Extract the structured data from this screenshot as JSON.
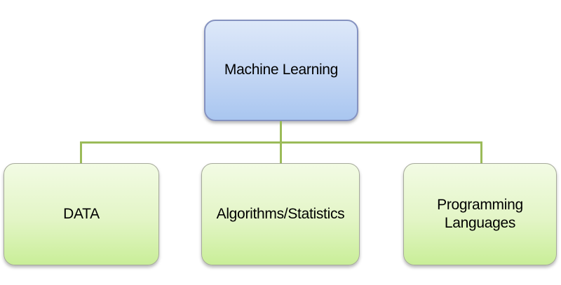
{
  "diagram": {
    "type": "hierarchy-org-chart",
    "root": {
      "label": "Machine Learning"
    },
    "children": [
      {
        "label": "DATA"
      },
      {
        "label": "Algorithms/Statistics"
      },
      {
        "label": "Programming Languages"
      }
    ],
    "colors": {
      "background": "#ffffff",
      "text": "#000000",
      "connector": "#9bbb59",
      "root_top": "#dde8f9",
      "root_mid": "#c3d6f4",
      "root_bottom": "#a9c6f0",
      "root_border": "#8592c0",
      "child_top": "#f2fbe4",
      "child_mid": "#e3f5c6",
      "child_bottom": "#c9ee98",
      "child_border": "#a6aa9b"
    }
  }
}
